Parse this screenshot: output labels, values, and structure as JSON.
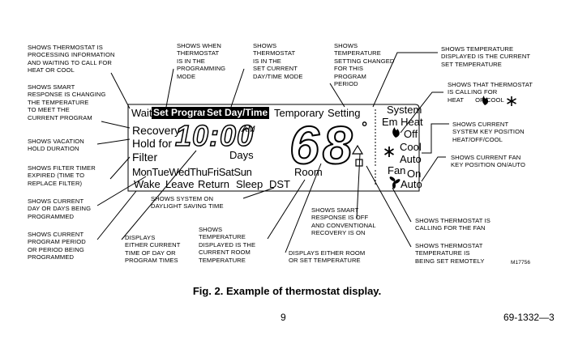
{
  "annotations": {
    "processing": [
      "SHOWS THERMOSTAT IS",
      "PROCESSING INFORMATION",
      "AND WAITING TO CALL FOR",
      "HEAT OR COOL"
    ],
    "smart_response": [
      "SHOWS SMART",
      "RESPONSE IS CHANGING",
      "THE TEMPERATURE",
      "TO MEET THE",
      "CURRENT PROGRAM"
    ],
    "vacation_hold": [
      "SHOWS VACATION",
      "HOLD DURATION"
    ],
    "filter_timer": [
      "SHOWS FILTER TIMER",
      "EXPIRED (TIME TO",
      "REPLACE FILTER)"
    ],
    "current_day": [
      "SHOWS CURRENT",
      "DAY OR DAYS BEING",
      "PROGRAMMED"
    ],
    "program_period": [
      "SHOWS CURRENT",
      "PROGRAM PERIOD",
      "OR PERIOD BEING",
      "PROGRAMMED"
    ],
    "programming_mode": [
      "SHOWS WHEN",
      "THERMOSTAT",
      "IS IN THE",
      "PROGRAMMING",
      "MODE"
    ],
    "set_day_time": [
      "SHOWS",
      "THERMOSTAT",
      "IS IN THE",
      "SET CURRENT",
      "DAY/TIME MODE"
    ],
    "temp_setting_changed": [
      "SHOWS",
      "TEMPERATURE",
      "SETTING CHANGED",
      "FOR THIS",
      "PROGRAM",
      "PERIOD"
    ],
    "current_set_temp": [
      "SHOWS TEMPERATURE",
      "DISPLAYED IS THE CURRENT",
      "SET TEMPERATURE"
    ],
    "calling_heat_cool": [
      "SHOWS THAT THERMOSTAT",
      "IS CALLING FOR",
      "HEAT",
      "OR COOL"
    ],
    "system_key": [
      "SHOWS CURRENT",
      "SYSTEM KEY POSITION",
      "HEAT/OFF/COOL"
    ],
    "fan_key": [
      "SHOWS CURRENT FAN",
      "KEY POSITION ON/AUTO"
    ],
    "daylight_saving": [
      "SHOWS SYSTEM ON",
      "DAYLIGHT SAVING TIME"
    ],
    "displays_time": [
      "DISPLAYS",
      "EITHER CURRENT",
      "TIME OF DAY OR",
      "PROGRAM TIMES"
    ],
    "room_temp": [
      "SHOWS",
      "TEMPERATURE",
      "DISPLAYED IS THE",
      "CURRENT ROOM",
      "TEMPERATURE"
    ],
    "room_or_set": [
      "DISPLAYS EITHER ROOM",
      "OR SET TEMPERATURE"
    ],
    "smart_off": [
      "SHOWS SMART",
      "RESPONSE IS OFF",
      "AND CONVENTIONAL",
      "RECOVERY IS ON"
    ],
    "calling_fan": [
      "SHOWS THERMOSTAT IS",
      "CALLING FOR THE FAN"
    ],
    "remote": [
      "SHOWS THERMOSTAT",
      "TEMPERATURE IS",
      "BEING SET REMOTELY"
    ]
  },
  "display": {
    "wait": "Wait",
    "set_program": "Set Program",
    "set_day_time": "Set Day/Time",
    "temporary": "Temporary",
    "setting": "Setting",
    "system": "System",
    "em_heat": "Em Heat",
    "off": "Off",
    "cool": "Cool",
    "auto": "Auto",
    "fan": "Fan",
    "on": "On",
    "fan_auto": "Auto",
    "recovery": "Recovery",
    "hold_for": "Hold for",
    "filter": "Filter",
    "time": "10:00",
    "am": "AM",
    "days": "Days",
    "temperature": "68",
    "degree": "°",
    "room": "Room",
    "days_of_week": "MonTueWedThuFriSatSun",
    "periods": [
      "Wake",
      "Leave",
      "Return",
      "Sleep"
    ],
    "dst": "DST"
  },
  "model_code": "M17756",
  "figure_caption": "Fig. 2. Example of thermostat display.",
  "page_number": "9",
  "document_number": "69-1332—3"
}
